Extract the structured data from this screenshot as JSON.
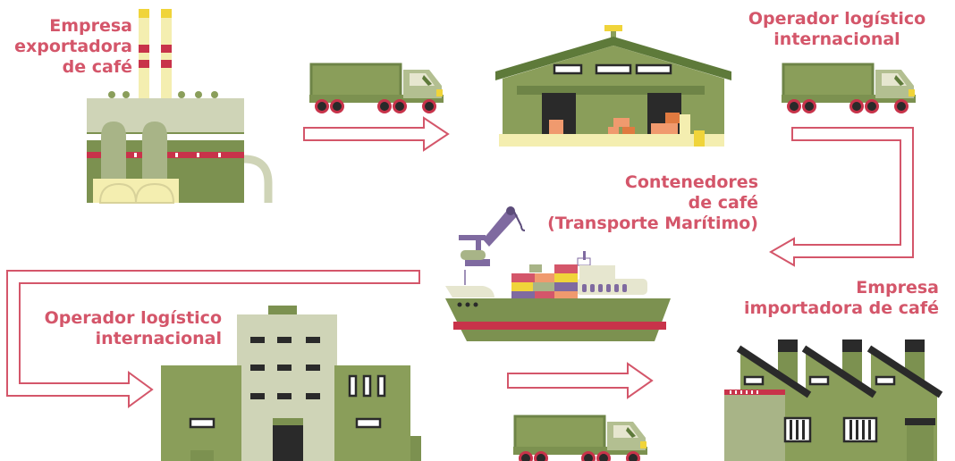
{
  "colors": {
    "label": "#d4566a",
    "olive": "#8a9e5a",
    "olive_dark": "#5e7a3a",
    "sage": "#b3bf91",
    "cream": "#f4eeb0",
    "red": "#c8334a",
    "yellow": "#f0d43a",
    "orange": "#f09a6e",
    "crane": "#7f6aa0"
  },
  "labels": {
    "exporter": [
      "Empresa",
      "exportadora",
      "de café"
    ],
    "operator_top": [
      "Operador logístico",
      "internacional"
    ],
    "containers": [
      "Contenedores",
      "de café",
      "(Transporte Marítimo)"
    ],
    "importer": [
      "Empresa",
      "importadora de café"
    ],
    "operator_bottom": [
      "Operador logístico",
      "internacional"
    ]
  },
  "icons": {
    "exporter_factory": "factory-icon",
    "warehouse": "warehouse-icon",
    "ship": "cargo-ship-icon",
    "logistics_building": "office-building-icon",
    "importer_factory": "sawtooth-factory-icon",
    "truck": "truck-icon"
  }
}
